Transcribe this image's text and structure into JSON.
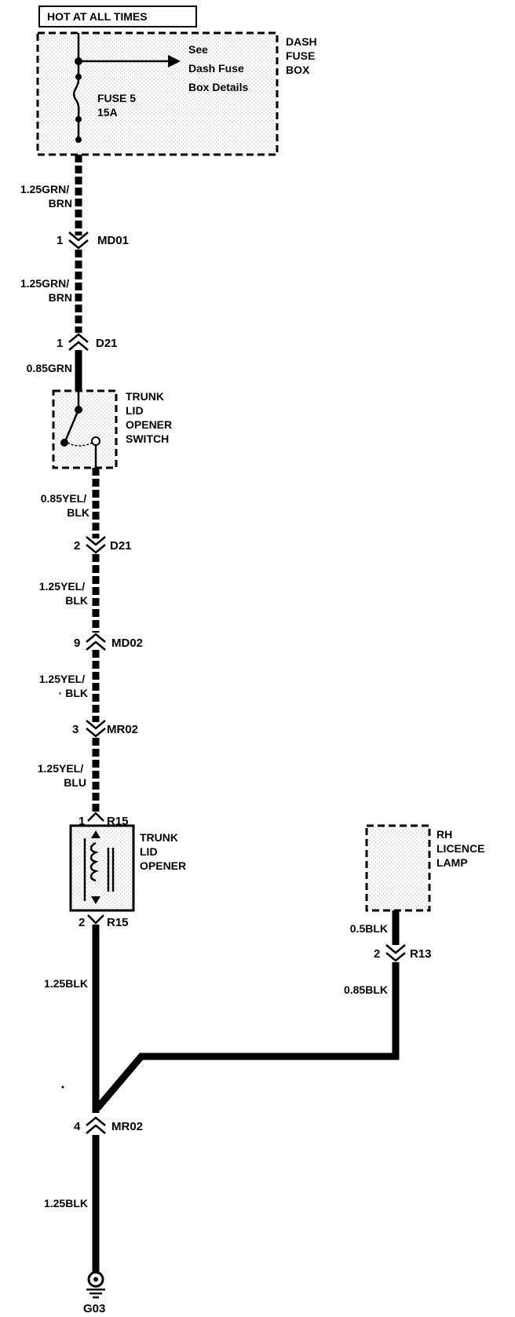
{
  "header": {
    "label": "HOT AT ALL TIMES"
  },
  "fuse_box": {
    "name": "DASH\nFUSE\nBOX",
    "name_lines": [
      "DASH",
      "FUSE",
      "BOX"
    ],
    "note_lines": [
      "See",
      "Dash Fuse",
      "Box Details"
    ],
    "fuse_lines": [
      "FUSE 5",
      "15A"
    ]
  },
  "wires": {
    "w1": [
      "1.25GRN/",
      "BRN"
    ],
    "w2": [
      "1.25GRN/",
      "BRN"
    ],
    "w3": [
      "0.85GRN"
    ],
    "w4": [
      "0.85YEL/",
      "BLK"
    ],
    "w5": [
      "1.25YEL/",
      "BLK"
    ],
    "w6": [
      "1.25YEL/",
      "· BLK"
    ],
    "w7": [
      "1.25YEL/",
      "BLU"
    ],
    "w8": [
      "1.25BLK"
    ],
    "w9": [
      "0.5BLK"
    ],
    "w10": [
      "0.85BLK"
    ],
    "w11": [
      "1.25BLK"
    ]
  },
  "connectors": {
    "c1": {
      "pin": "1",
      "name": "MD01"
    },
    "c2": {
      "pin": "1",
      "name": "D21"
    },
    "c3": {
      "pin": "2",
      "name": "D21"
    },
    "c4": {
      "pin": "9",
      "name": "MD02"
    },
    "c5": {
      "pin": "3",
      "name": "MR02"
    },
    "c6": {
      "pin": "1",
      "name": "R15"
    },
    "c7": {
      "pin": "2",
      "name": "R15"
    },
    "c8": {
      "pin": "2",
      "name": "R13"
    },
    "c9": {
      "pin": "4",
      "name": "MR02"
    }
  },
  "components": {
    "switch": [
      "TRUNK",
      "LID",
      "OPENER",
      "SWITCH"
    ],
    "opener": [
      "TRUNK",
      "LID",
      "OPENER"
    ],
    "lamp": [
      "RH",
      "LICENCE",
      "LAMP"
    ]
  },
  "ground": {
    "label": "G03"
  }
}
